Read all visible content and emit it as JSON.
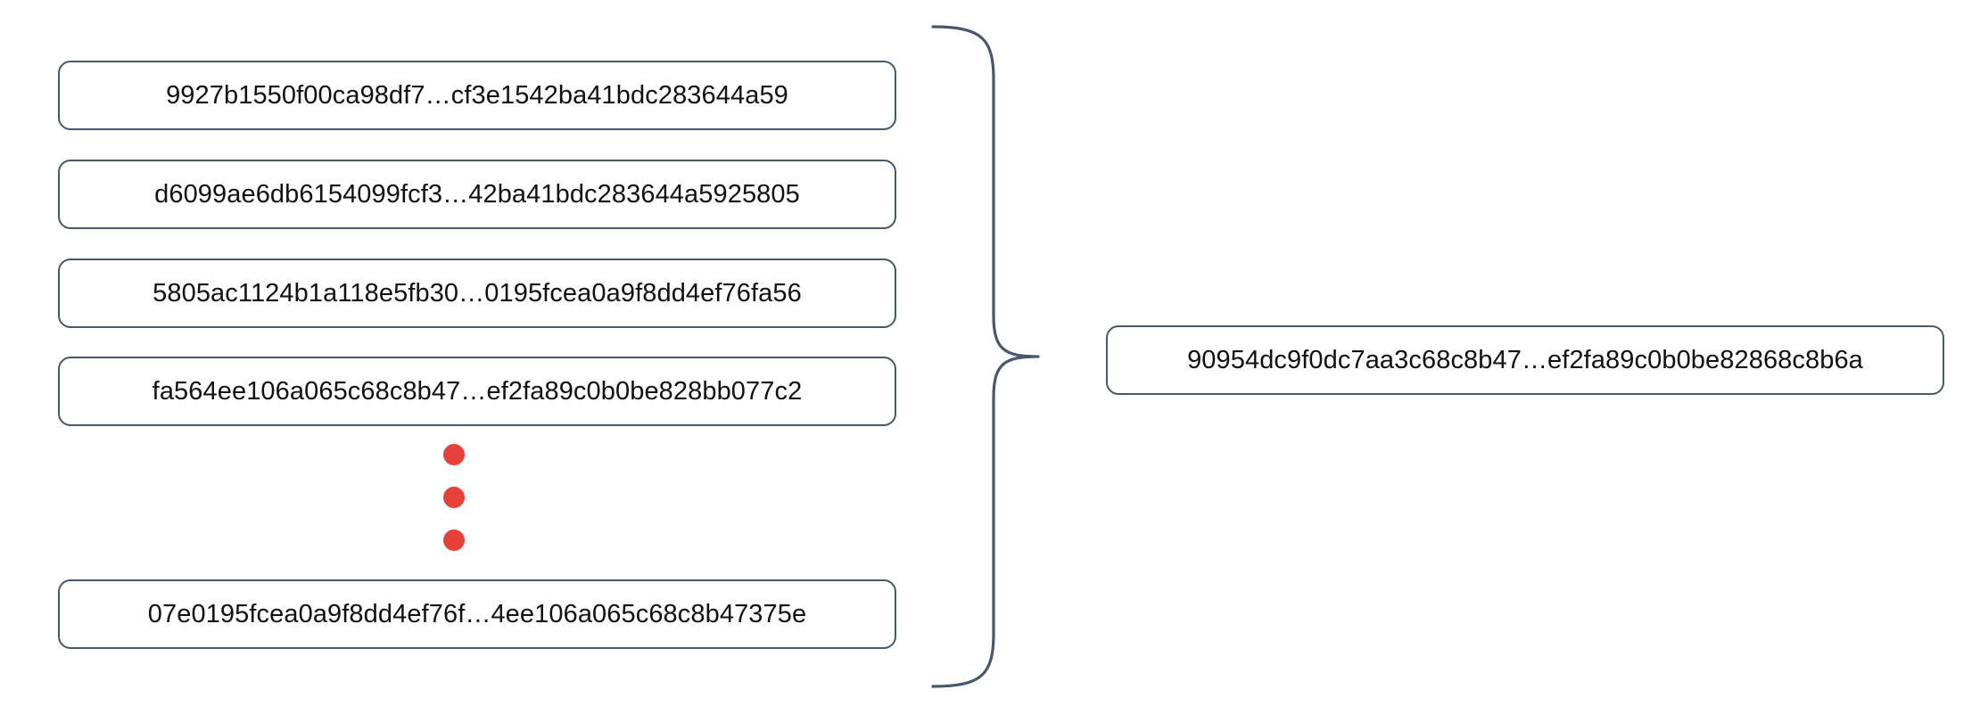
{
  "diagram": {
    "type": "hash-aggregation",
    "left_items": [
      {
        "id": "hash-1",
        "text": "9927b1550f00ca98df7…cf3e1542ba41bdc283644a59"
      },
      {
        "id": "hash-2",
        "text": "d6099ae6db6154099fcf3…42ba41bdc283644a5925805"
      },
      {
        "id": "hash-3",
        "text": "5805ac1124b1a118e5fb30…0195fcea0a9f8dd4ef76fa56"
      },
      {
        "id": "hash-4",
        "text": "fa564ee106a065c68c8b47…ef2fa89c0b0be828bb077c2"
      },
      {
        "id": "hash-n",
        "text": "07e0195fcea0a9f8dd4ef76f…4ee106a065c68c8b47375e"
      }
    ],
    "ellipsis": {
      "name": "vertical-ellipsis",
      "dot_count": 3,
      "color": "#e8403a"
    },
    "brace": {
      "name": "curly-brace",
      "orientation": "right",
      "color": "#49576b"
    },
    "result": {
      "id": "aggregated-hash",
      "text": "90954dc9f0dc7aa3c68c8b47…ef2fa89c0b0be82868c8b6a"
    },
    "colors": {
      "box_border": "#49576b",
      "box_fill": "#ffffff",
      "text": "#111111",
      "dot": "#e8403a",
      "background": "#ffffff"
    }
  }
}
